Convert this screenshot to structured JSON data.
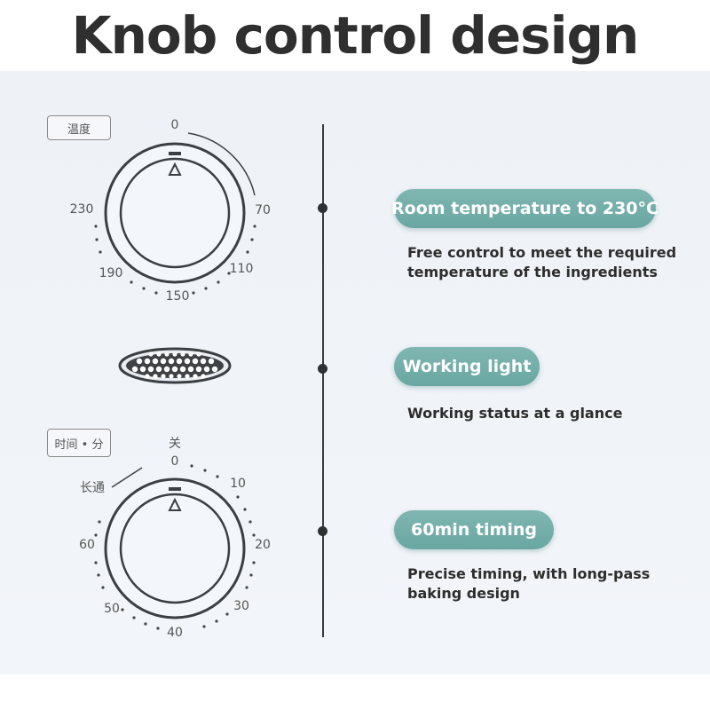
{
  "title": "Knob control design",
  "colors": {
    "accent": "#72ada8",
    "text": "#2d2d2d",
    "panel": "#eef2f7"
  },
  "temperature_knob": {
    "tag": "温度",
    "labels": [
      "0",
      "70",
      "110",
      "150",
      "190",
      "230"
    ]
  },
  "light": {
    "icon": "honeycomb-light-icon"
  },
  "timer_knob": {
    "tag": "时间 • 分",
    "off_label": "关",
    "long_pass_label": "长通",
    "labels": [
      "0",
      "10",
      "20",
      "30",
      "40",
      "50",
      "60"
    ]
  },
  "features": [
    {
      "title": "Room temperature to 230°C",
      "desc_line1": "Free control to meet the required",
      "desc_line2": "temperature of the ingredients"
    },
    {
      "title": "Working light",
      "desc_line1": "Working status at a glance",
      "desc_line2": ""
    },
    {
      "title": "60min timing",
      "desc_line1": "Precise timing, with long-pass",
      "desc_line2": "baking design"
    }
  ]
}
